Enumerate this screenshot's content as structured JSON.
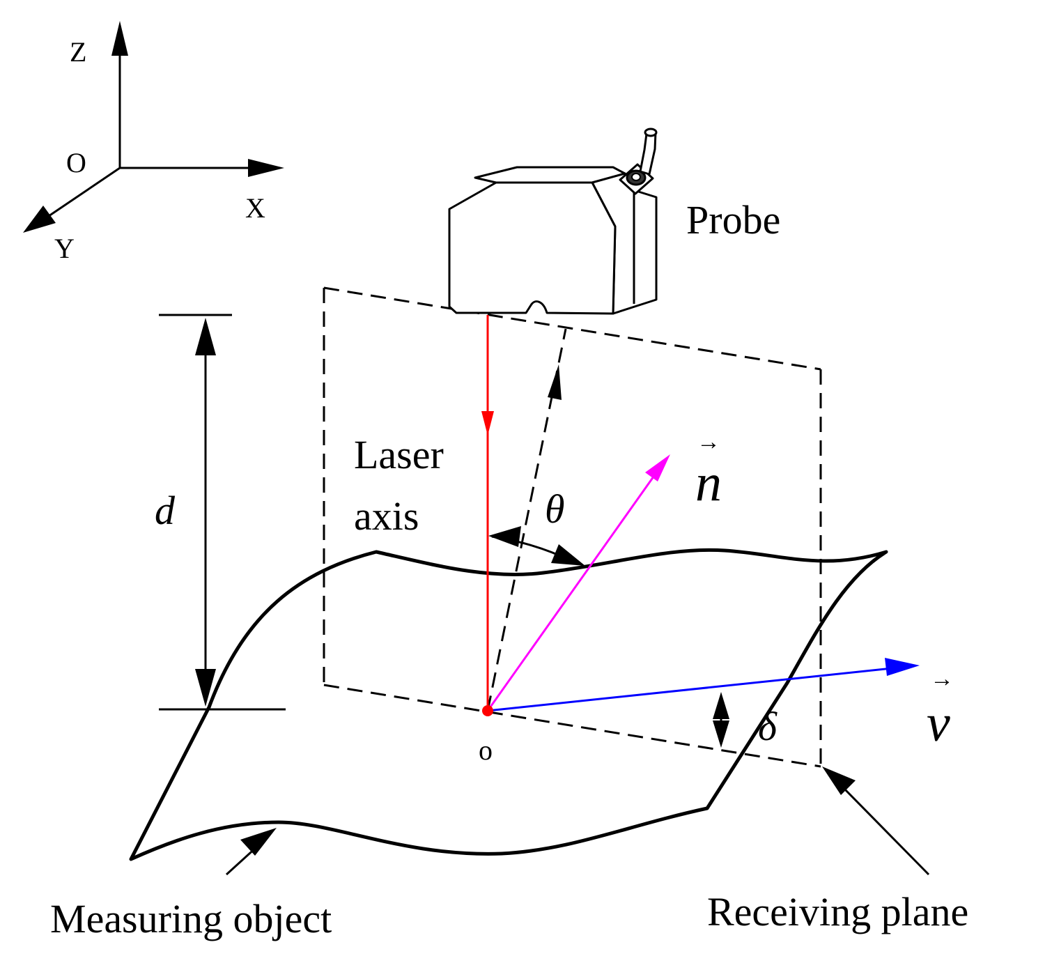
{
  "diagram": {
    "axes": {
      "z": "Z",
      "x": "X",
      "y": "Y",
      "origin": "O"
    },
    "probe_label": "Probe",
    "laser_axis_label": [
      "Laser",
      "axis"
    ],
    "distance_symbol": "d",
    "theta_symbol": "θ",
    "delta_symbol": "δ",
    "normal_vector": {
      "symbol": "n",
      "arrow": "→"
    },
    "velocity_vector": {
      "symbol": "v",
      "arrow": "→"
    },
    "point_label": "o",
    "measuring_object_label": "Measuring object",
    "receiving_plane_label": "Receiving plane"
  },
  "colors": {
    "laser": "#ff0000",
    "normal": "#ff00ff",
    "velocity": "#0000ff",
    "ink": "#000000"
  }
}
